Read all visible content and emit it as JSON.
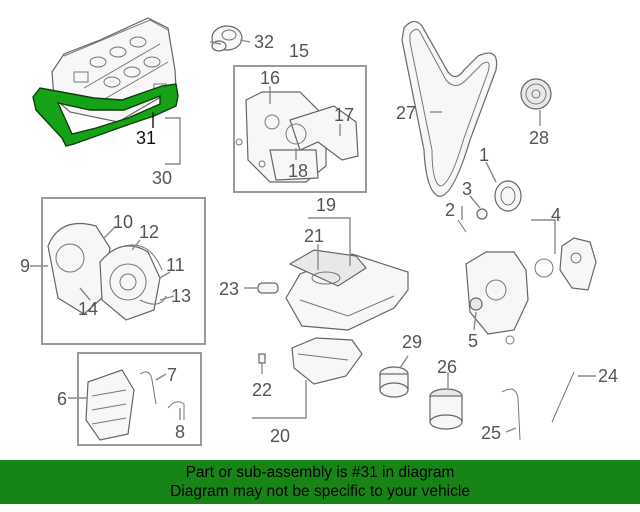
{
  "callouts": {
    "c1": "1",
    "c2": "2",
    "c3": "3",
    "c4": "4",
    "c5": "5",
    "c6": "6",
    "c7": "7",
    "c8": "8",
    "c9": "9",
    "c10": "10",
    "c11": "11",
    "c12": "12",
    "c13": "13",
    "c14": "14",
    "c15": "15",
    "c16": "16",
    "c17": "17",
    "c18": "18",
    "c19": "19",
    "c20": "20",
    "c21": "21",
    "c22": "22",
    "c23": "23",
    "c24": "24",
    "c25": "25",
    "c26": "26",
    "c27": "27",
    "c28": "28",
    "c29": "29",
    "c30": "30",
    "c31": "31",
    "c32": "32"
  },
  "highlight": {
    "part_number": "31",
    "color": "#16a216"
  },
  "banner": {
    "line1": "Part or sub-assembly is #31 in diagram",
    "line2": "Diagram may not be specific to your vehicle",
    "background": "#168516"
  }
}
